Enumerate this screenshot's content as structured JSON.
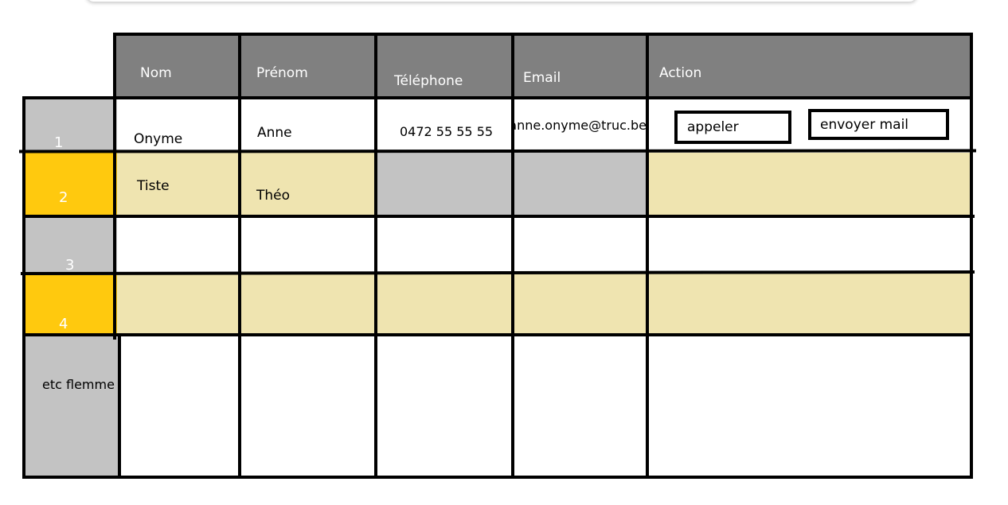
{
  "headers": [
    "Nom",
    "Prénom",
    "Téléphone",
    "Email",
    "Action"
  ],
  "rows": [
    {
      "num": "1",
      "nom": "Onyme",
      "prenom": "Anne",
      "telephone": "0472 55 55 55",
      "email": "anne.onyme@truc.be"
    },
    {
      "num": "2",
      "nom": "Tiste",
      "prenom": "Théo",
      "telephone": "",
      "email": ""
    },
    {
      "num": "3",
      "nom": "",
      "prenom": "",
      "telephone": "",
      "email": ""
    },
    {
      "num": "4",
      "nom": "",
      "prenom": "",
      "telephone": "",
      "email": ""
    }
  ],
  "etc_label": "etc flemme",
  "actions": {
    "call_label": "appeler",
    "mail_label": "envoyer mail"
  },
  "colors": {
    "header": "#808080",
    "index_gray": "#c3c3c3",
    "index_yellow": "#ffc90e",
    "row_cream": "#efe4b0"
  }
}
